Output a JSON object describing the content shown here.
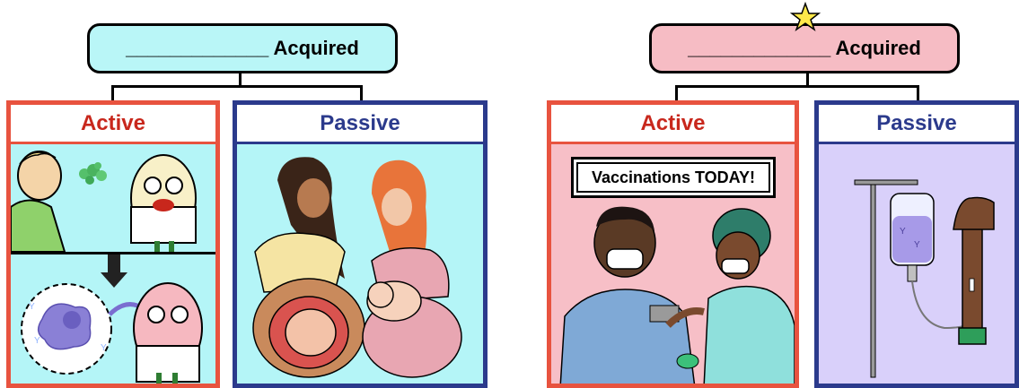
{
  "left": {
    "header": "_____________ Acquired",
    "active_label": "Active",
    "passive_label": "Passive",
    "header_color": "#b9f6f7",
    "active_border": "#e8533f",
    "passive_border": "#2b3a8c"
  },
  "right": {
    "header": "_____________ Acquired",
    "active_label": "Active",
    "passive_label": "Passive",
    "sign_text": "Vaccinations TODAY!",
    "header_color": "#f6bcc4",
    "active_border": "#e8533f",
    "passive_border": "#2b3a8c"
  },
  "colors": {
    "title_red": "#c8271c",
    "title_blue": "#2b3a8c",
    "cyan_bg": "#b4f5f7",
    "pink_bg": "#f7bfc7",
    "lavender_bg": "#d9d0fa",
    "star": "#ffe94a"
  }
}
